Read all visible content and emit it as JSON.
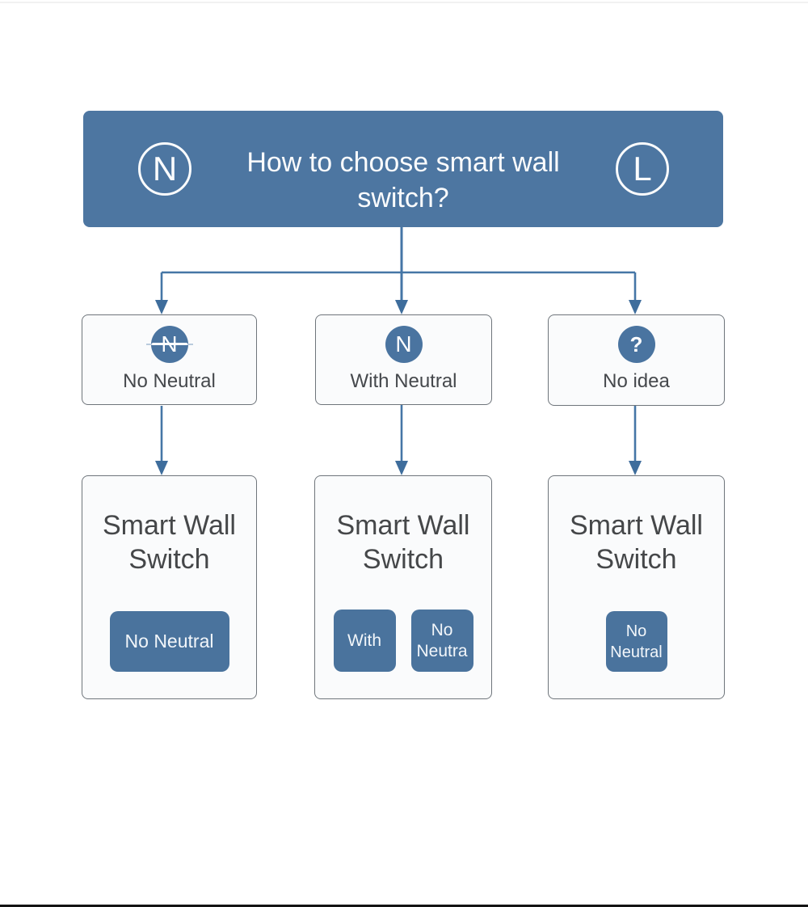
{
  "palette": {
    "header_bg": "#4d76a1",
    "connector_line": "#4576a6",
    "arrowhead": "#3e6d9c",
    "box_bg": "#fafbfc",
    "box_border": "#6f757b",
    "circle_bg": "#4a74a0",
    "badge_bg": "#4a739d",
    "text_dark": "#45484c",
    "white": "#ffffff"
  },
  "header": {
    "title": "How to choose smart wall switch?",
    "left_badge": "N",
    "right_badge": "L"
  },
  "options": [
    {
      "icon": "N",
      "icon_style": "crossed-out",
      "label": "No Neutral"
    },
    {
      "icon": "N",
      "icon_style": "plain",
      "label": "With Neutral"
    },
    {
      "icon": "?",
      "icon_style": "plain",
      "label": "No idea"
    }
  ],
  "results": [
    {
      "title": "Smart Wall Switch",
      "badges": {
        "0": "No Neutral"
      }
    },
    {
      "title": "Smart Wall Switch",
      "badges": {
        "0": "With",
        "1": "No\nNeutra"
      }
    },
    {
      "title": "Smart Wall Switch",
      "badges": {
        "0": "No\nNeutral"
      }
    }
  ]
}
